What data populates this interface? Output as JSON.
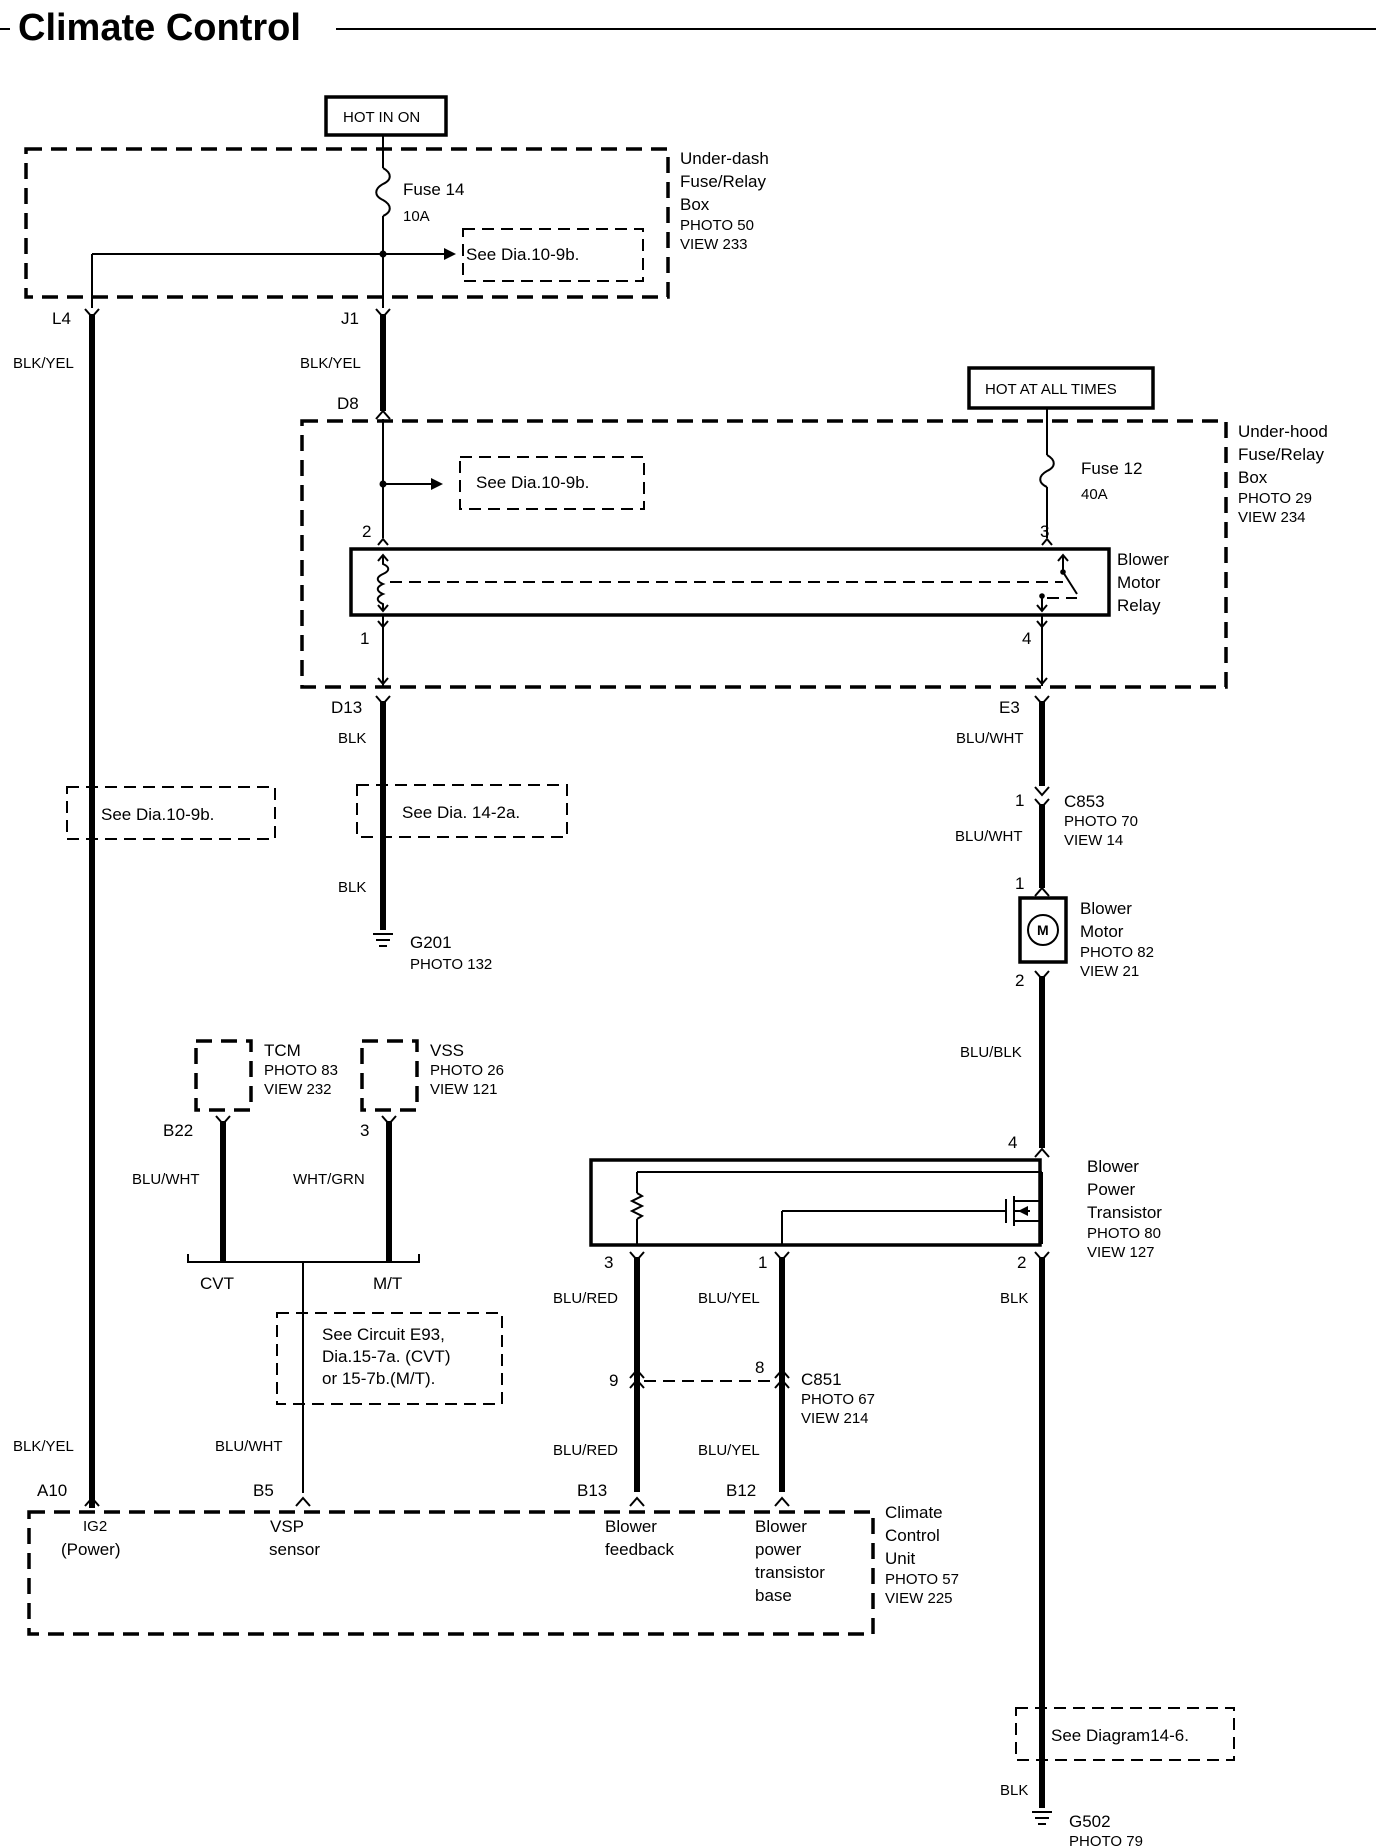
{
  "header": {
    "title": "Climate Control"
  },
  "labels": {
    "hot_in_on": "HOT IN ON",
    "hot_at_all_times": "HOT AT ALL TIMES"
  },
  "underdash_box": {
    "name1": "Under-dash",
    "name2": "Fuse/Relay",
    "name3": "Box",
    "photo": "PHOTO 50",
    "view": "VIEW 233",
    "fuse_name": "Fuse 14",
    "fuse_rating": "10A",
    "ref": "See  Dia.10-9b."
  },
  "underhood_box": {
    "name1": "Under-hood",
    "name2": "Fuse/Relay",
    "name3": "Box",
    "photo": "PHOTO 29",
    "view": "VIEW 234",
    "fuse_name": "Fuse 12",
    "fuse_rating": "40A",
    "ref": "See  Dia.10-9b."
  },
  "relay": {
    "name1": "Blower",
    "name2": "Motor",
    "name3": "Relay",
    "pin2": "2",
    "pin3": "3",
    "pin1": "1",
    "pin4": "4"
  },
  "connectors": {
    "L4": "L4",
    "J1": "J1",
    "D8": "D8",
    "D13": "D13",
    "E3": "E3",
    "A10": "A10",
    "B5": "B5",
    "B13": "B13",
    "B12": "B12",
    "B22": "B22",
    "pin3": "3"
  },
  "wires": {
    "left_blkyel_top": "BLK/YEL",
    "mid_blkyel_top": "BLK/YEL",
    "blk_d13": "BLK",
    "blk_g201": "BLK",
    "bluwht_e3": "BLU/WHT",
    "bluwht_c853": "BLU/WHT",
    "blublk": "BLU/BLK",
    "bluwht_tcm": "BLU/WHT",
    "whtgrn_vss": "WHT/GRN",
    "blured_top": "BLU/RED",
    "bluyel_top": "BLU/YEL",
    "blk_tr": "BLK",
    "blkyel_bottom": "BLK/YEL",
    "bluwht_bottom": "BLU/WHT",
    "blured_bottom": "BLU/RED",
    "bluyel_bottom": "BLU/YEL",
    "blk_g502": "BLK"
  },
  "refs": {
    "left": "See  Dia.10-9b.",
    "mid": "See  Dia. 14-2a.",
    "circuit1": "See Circuit E93,",
    "circuit2": "Dia.15-7a. (CVT)",
    "circuit3": "or 15-7b.(M/T).",
    "diagram14": "See Diagram14-6."
  },
  "c853": {
    "name": "C853",
    "photo": "PHOTO 70",
    "view": "VIEW 14",
    "pin": "1"
  },
  "motor": {
    "name1": "Blower",
    "name2": "Motor",
    "photo": "PHOTO 82",
    "view": "VIEW 21",
    "symbol": "M",
    "pin1": "1",
    "pin2": "2"
  },
  "transistor": {
    "name1": "Blower",
    "name2": "Power",
    "name3": "Transistor",
    "photo": "PHOTO 80",
    "view": "VIEW 127",
    "pin4": "4",
    "pin3": "3",
    "pin1": "1",
    "pin2": "2"
  },
  "c851": {
    "name": "C851",
    "photo": "PHOTO 67",
    "view": "VIEW 214",
    "pin9": "9",
    "pin8": "8"
  },
  "g201": {
    "name": "G201",
    "photo": "PHOTO 132"
  },
  "g502": {
    "name": "G502",
    "photo": "PHOTO 79"
  },
  "tcm": {
    "name": "TCM",
    "photo": "PHOTO 83",
    "view": "VIEW 232"
  },
  "vss": {
    "name": "VSS",
    "photo": "PHOTO 26",
    "view": "VIEW 121"
  },
  "branch": {
    "cvt": "CVT",
    "mt": "M/T"
  },
  "ccu": {
    "name1": "Climate",
    "name2": "Control",
    "name3": "Unit",
    "photo": "PHOTO 57",
    "view": "VIEW 225",
    "ig2": "IG2",
    "power": "(Power)",
    "vsp1": "VSP",
    "vsp2": "sensor",
    "fb1": "Blower",
    "fb2": "feedback",
    "pt1": "Blower",
    "pt2": "power",
    "pt3": "transistor",
    "pt4": "base"
  }
}
